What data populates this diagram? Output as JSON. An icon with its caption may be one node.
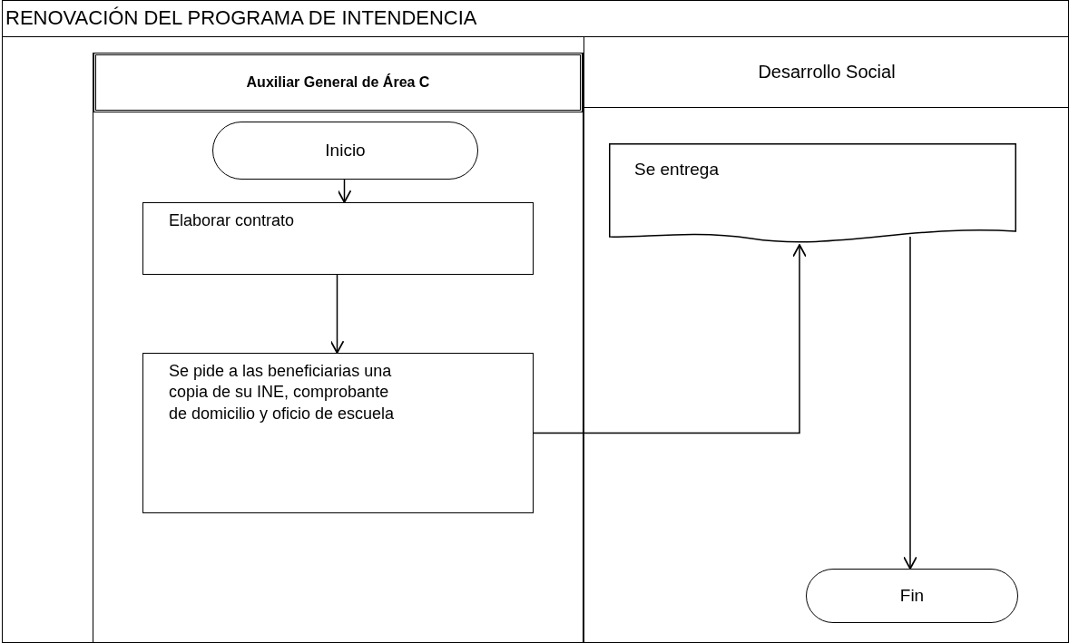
{
  "diagram": {
    "title": "RENOVACIÓN DEL PROGRAMA DE INTENDENCIA",
    "nodes": [
      {
        "text": [
          "Auxiliar General de Área C"
        ]
      },
      {
        "text": [
          "Desarrollo Social"
        ]
      },
      {
        "text": [
          "Inicio"
        ],
        "in": 0
      },
      {
        "text": [
          "Elaborar contrato"
        ],
        "in": 0
      },
      {
        "text": [
          "Se pide a las beneficiarias una copia de su INE, comprobante de domicilio y oficio de escuela"
        ],
        "in": 0
      },
      {
        "text": [
          "Se entrega"
        ],
        "in": 1
      },
      {
        "text": [
          "Fin"
        ],
        "in": 1
      }
    ],
    "edges": [
      {
        "from": 2,
        "to": 3,
        "arrow": "to"
      },
      {
        "from": 3,
        "to": 4,
        "arrow": "to"
      },
      {
        "from": 4,
        "to": 5,
        "arrow": "to"
      },
      {
        "from": 5,
        "to": 6,
        "arrow": "to"
      }
    ]
  }
}
